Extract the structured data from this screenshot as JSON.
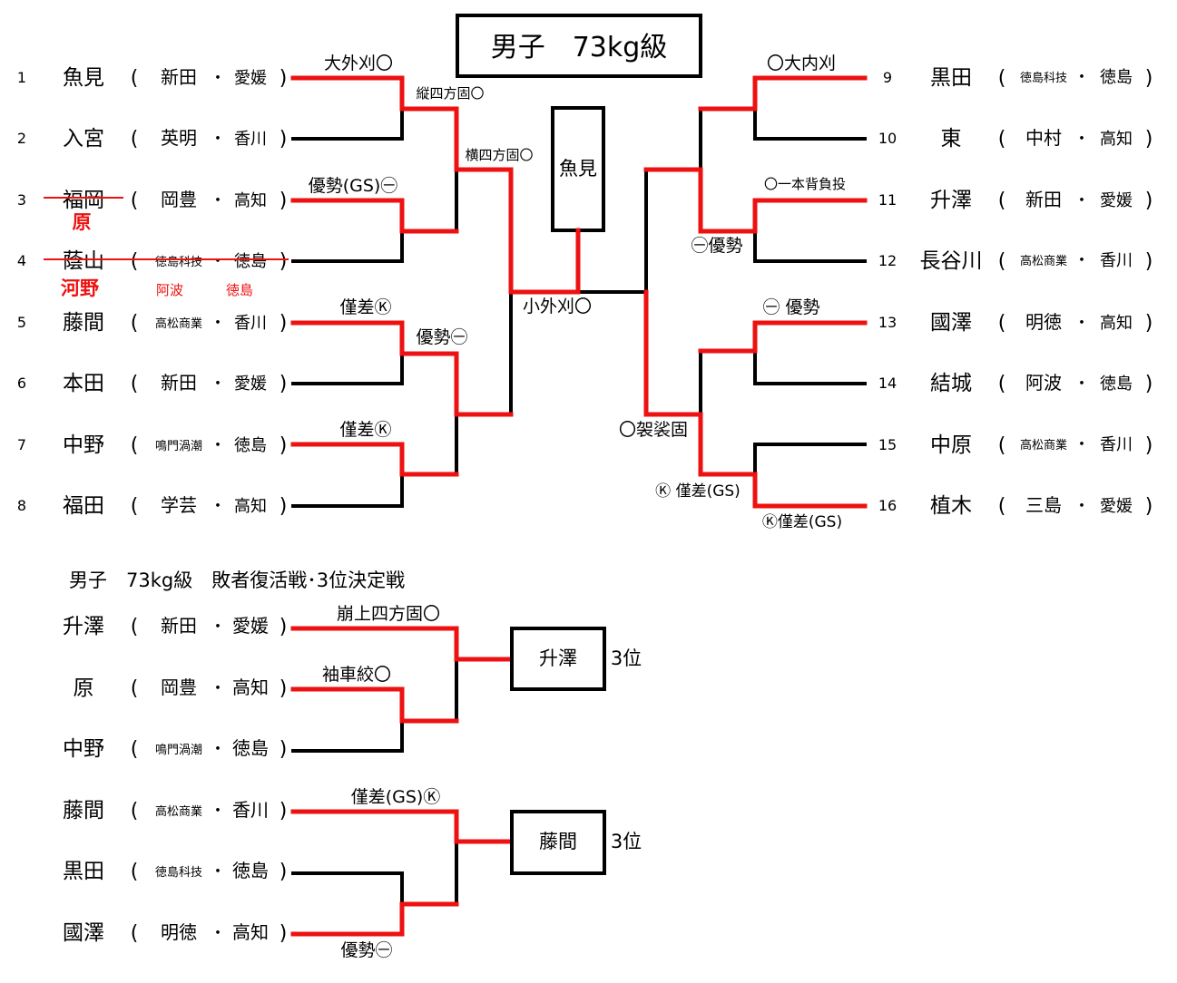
{
  "title": "男子　73kg級",
  "winner": "魚見",
  "left_entries": [
    {
      "num": "1",
      "name": "魚見",
      "school": "新田",
      "pref": "愛媛"
    },
    {
      "num": "2",
      "name": "入宮",
      "school": "英明",
      "pref": "香川"
    },
    {
      "num": "3",
      "name": "福岡",
      "school": "岡豊",
      "pref": "高知"
    },
    {
      "num": "4",
      "name": "蔭山",
      "school": "徳島科技",
      "pref": "徳島"
    },
    {
      "num": "5",
      "name": "藤間",
      "school": "高松商業",
      "pref": "香川"
    },
    {
      "num": "6",
      "name": "本田",
      "school": "新田",
      "pref": "愛媛"
    },
    {
      "num": "7",
      "name": "中野",
      "school": "鳴門渦潮",
      "pref": "徳島"
    },
    {
      "num": "8",
      "name": "福田",
      "school": "学芸",
      "pref": "高知"
    }
  ],
  "right_entries": [
    {
      "num": "9",
      "name": "黒田",
      "school": "徳島科技",
      "pref": "徳島"
    },
    {
      "num": "10",
      "name": "東",
      "school": "中村",
      "pref": "高知"
    },
    {
      "num": "11",
      "name": "升澤",
      "school": "新田",
      "pref": "愛媛"
    },
    {
      "num": "12",
      "name": "長谷川",
      "school": "高松商業",
      "pref": "香川"
    },
    {
      "num": "13",
      "name": "國澤",
      "school": "明徳",
      "pref": "高知"
    },
    {
      "num": "14",
      "name": "結城",
      "school": "阿波",
      "pref": "徳島"
    },
    {
      "num": "15",
      "name": "中原",
      "school": "高松商業",
      "pref": "香川"
    },
    {
      "num": "16",
      "name": "植木",
      "school": "三島",
      "pref": "愛媛"
    }
  ],
  "substitutes": {
    "sub3_name": "原",
    "sub4_name": "河野",
    "sub4_school": "阿波",
    "sub4_pref": "徳島"
  },
  "results": {
    "l1": "大外刈〇",
    "l2": "縦四方固〇",
    "l3": "優勢(GS)㊀",
    "l4": "横四方固〇",
    "l5": "僅差Ⓚ",
    "l6": "優勢㊀",
    "l7": "僅差Ⓚ",
    "final": "小外刈〇",
    "r1": "〇大内刈",
    "r2": "〇一本背負投",
    "r3": "㊀優勢",
    "r4": "㊀ 優勢",
    "r5": "〇袈裟固",
    "r6": "Ⓚ 僅差(GS)",
    "r7": "Ⓚ僅差(GS)"
  },
  "repechage": {
    "title": "男子　73kg級　敗者復活戦･3位決定戦",
    "third_label": "3位",
    "groupA": {
      "entries": [
        {
          "name": "升澤",
          "school": "新田",
          "pref": "愛媛"
        },
        {
          "name": "原",
          "school": "岡豊",
          "pref": "高知"
        },
        {
          "name": "中野",
          "school": "鳴門渦潮",
          "pref": "徳島"
        }
      ],
      "r1": "崩上四方固〇",
      "r2": "袖車絞〇",
      "winner": "升澤"
    },
    "groupB": {
      "entries": [
        {
          "name": "藤間",
          "school": "高松商業",
          "pref": "香川"
        },
        {
          "name": "黒田",
          "school": "徳島科技",
          "pref": "徳島"
        },
        {
          "name": "國澤",
          "school": "明徳",
          "pref": "高知"
        }
      ],
      "r1": "僅差(GS)Ⓚ",
      "r2": "優勢㊀",
      "winner": "藤間"
    }
  },
  "colors": {
    "win": "#ee1111",
    "line": "#000000",
    "correction": "#ee1111"
  }
}
